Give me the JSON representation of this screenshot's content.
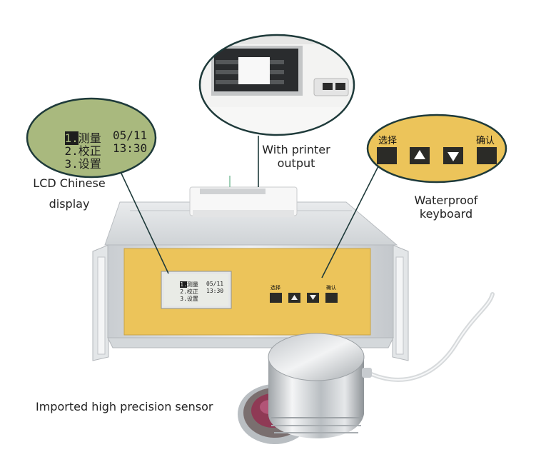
{
  "captions": {
    "lcd": [
      "LCD Chinese",
      "display"
    ],
    "printer": [
      "With printer",
      "output"
    ],
    "keyboard": [
      "Waterproof",
      "keyboard"
    ],
    "sensor": "Imported high precision sensor"
  },
  "lcd_screen": {
    "rows": [
      {
        "index": "1.",
        "label": "测量",
        "value": "05/11"
      },
      {
        "index": "2.",
        "label": "校正",
        "value": "13:30"
      },
      {
        "index": "3.",
        "label": "设置",
        "value": ""
      }
    ]
  },
  "keypad": {
    "select_label": "选择",
    "confirm_label": "确认",
    "keys": [
      "select-key",
      "up-key",
      "down-key",
      "confirm-key"
    ]
  },
  "colors": {
    "panel_yellow": "#ecc45a",
    "lcd_green": "#a9b97e",
    "key_dark": "#2b2b27",
    "chassis_silver": "#d7dadd"
  }
}
